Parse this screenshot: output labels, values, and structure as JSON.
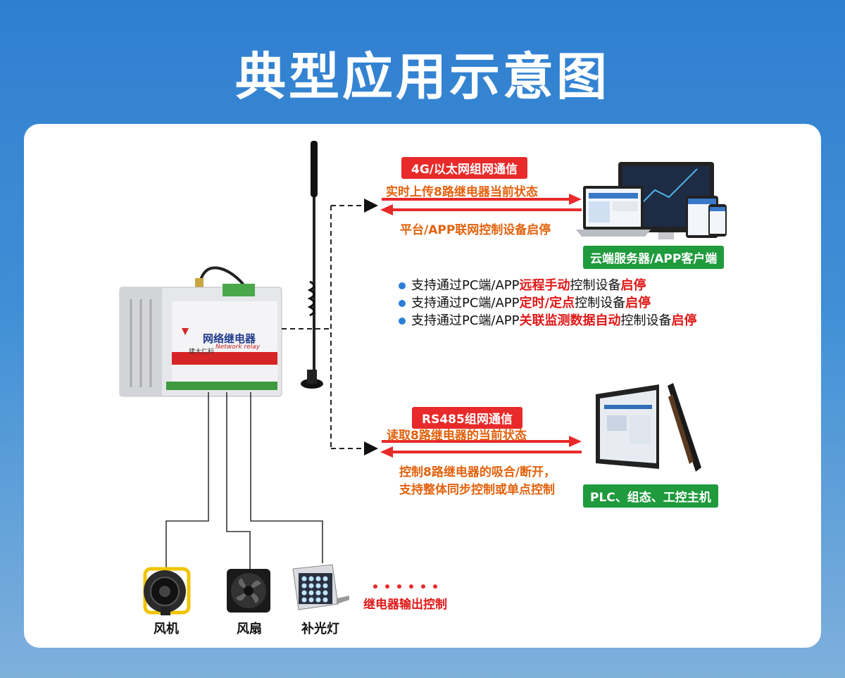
{
  "title": "典型应用示意图",
  "device": {
    "name_cn": "网络继电器",
    "name_en": "Network relay",
    "brand": "建大仁科"
  },
  "upper_link": {
    "tag": "4G/以太网组网通信",
    "upload_text": "实时上传8路继电器当前状态",
    "control_text": "平台/APP联网控制设备启停",
    "endpoint_label": "云端服务器/APP客户端"
  },
  "features": [
    {
      "parts": [
        {
          "t": "支持通过PC端/APP",
          "hl": false
        },
        {
          "t": "远程手动",
          "hl": true
        },
        {
          "t": "控制设备",
          "hl": false
        },
        {
          "t": "启停",
          "hl": true
        }
      ]
    },
    {
      "parts": [
        {
          "t": "支持通过PC端/APP",
          "hl": false
        },
        {
          "t": "定时/定点",
          "hl": true
        },
        {
          "t": "控制设备",
          "hl": false
        },
        {
          "t": "启停",
          "hl": true
        }
      ]
    },
    {
      "parts": [
        {
          "t": "支持通过PC端/APP",
          "hl": false
        },
        {
          "t": "关联监测数据自动",
          "hl": true
        },
        {
          "t": "控制设备",
          "hl": false
        },
        {
          "t": "启停",
          "hl": true
        }
      ]
    }
  ],
  "lower_link": {
    "tag": "RS485组网通信",
    "read_text": "读取8路继电器的当前状态",
    "control_text_1": "控制8路继电器的吸合/断开，",
    "control_text_2": "支持整体同步控制或单点控制",
    "endpoint_label": "PLC、组态、工控主机"
  },
  "outputs": [
    {
      "label": "风机",
      "icon": "heater-fan-icon"
    },
    {
      "label": "风扇",
      "icon": "cooling-fan-icon"
    },
    {
      "label": "补光灯",
      "icon": "fill-light-icon"
    }
  ],
  "output_note": "继电器输出控制",
  "colors": {
    "red": "#e82a2a",
    "green": "#1f9a3c",
    "orange": "#e2620e",
    "blue": "#2f7fd0"
  }
}
